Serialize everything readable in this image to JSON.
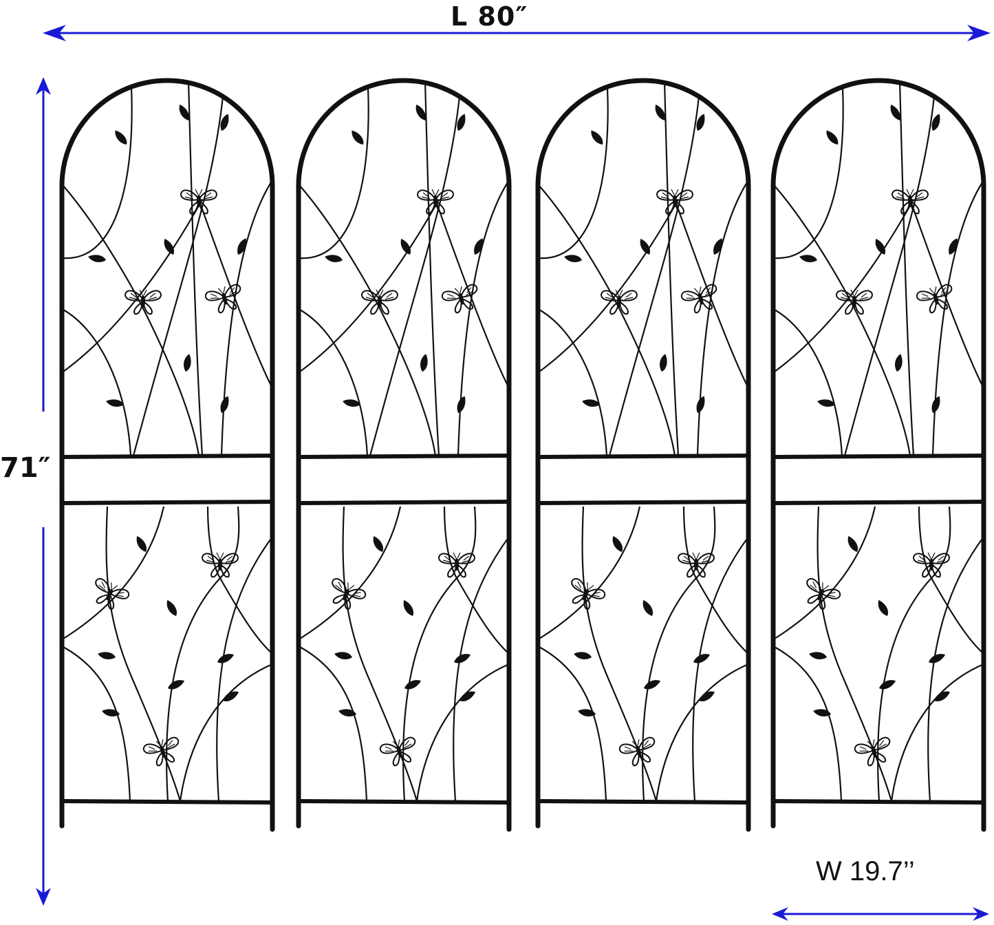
{
  "diagram": {
    "title": "Garden trellis panels dimension diagram",
    "panel_count": 4,
    "panel_style": "arched metal trellis with leaves and butterflies",
    "dimensions": {
      "length": {
        "label": "L 80″",
        "value": 80,
        "unit": "in",
        "axis": "horizontal overall"
      },
      "height": {
        "label": "71″",
        "value": 71,
        "unit": "in",
        "axis": "vertical"
      },
      "width": {
        "label": "W 19.7’’",
        "value": 19.7,
        "unit": "in",
        "axis": "single panel width"
      }
    },
    "colors": {
      "arrow": "#1a1ad6",
      "frame": "#111111",
      "background": "#ffffff"
    }
  }
}
